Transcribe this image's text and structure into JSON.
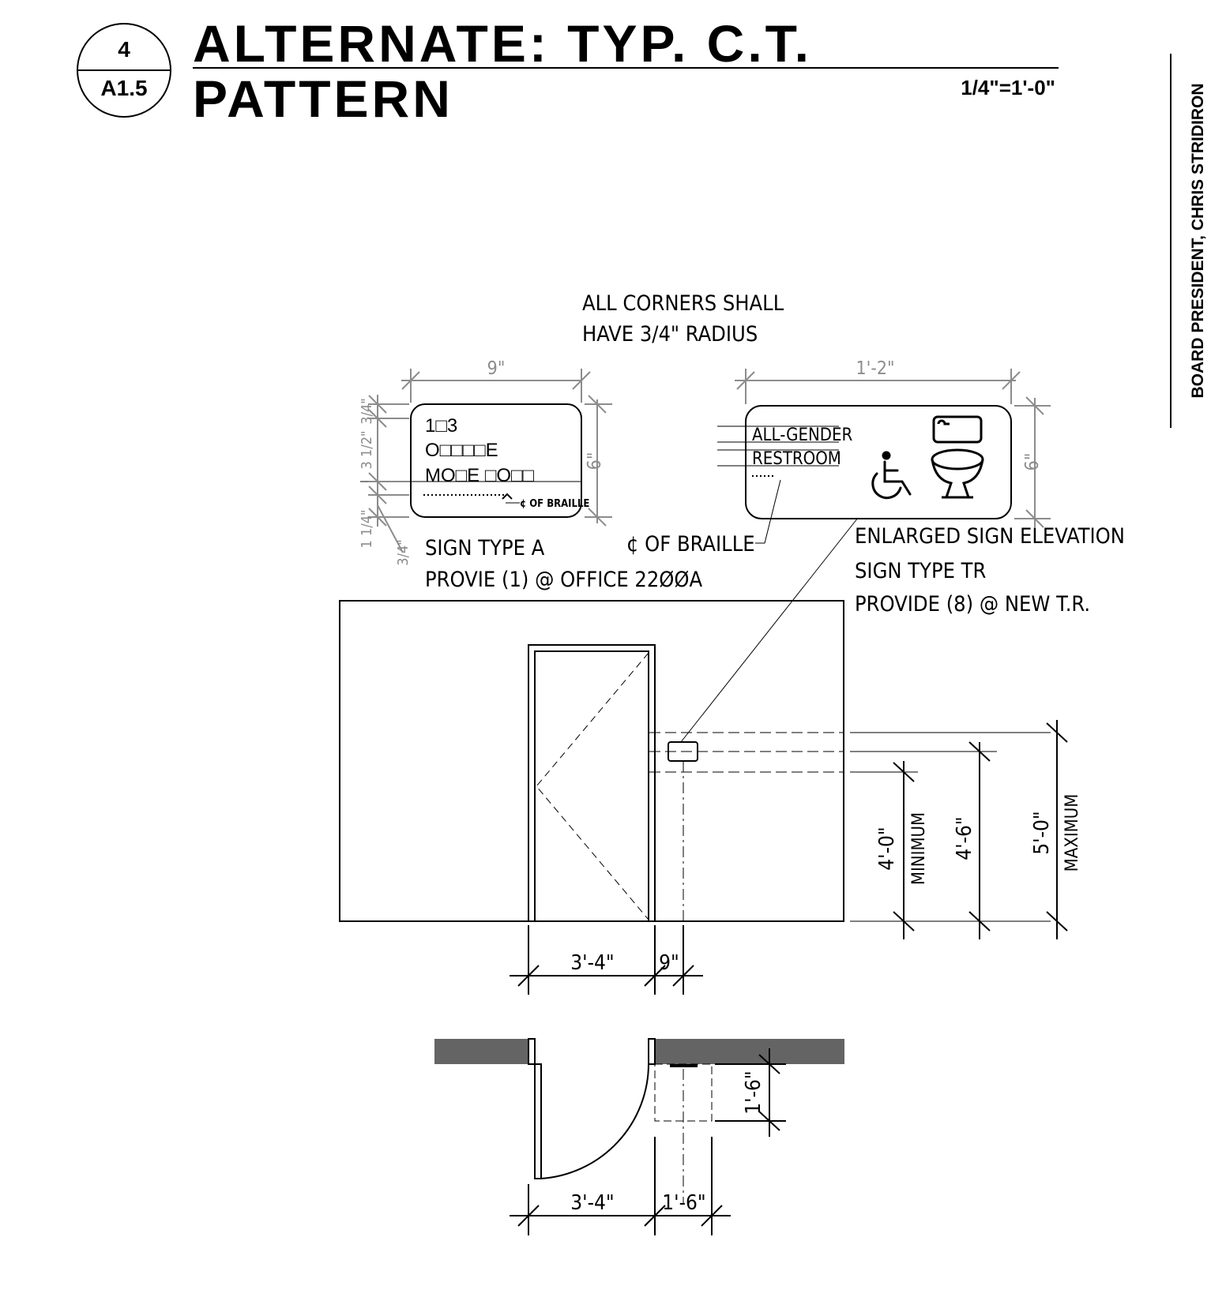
{
  "header": {
    "detail_number": "4",
    "sheet_number": "A1.5",
    "title_line1": "ALTERNATE: TYP. C.T.",
    "title_line2": "PATTERN",
    "scale": "1/4\"=1'-0\""
  },
  "side_label": "BOARD PRESIDENT, CHRIS STRIDIRON",
  "notes": {
    "corners_line1": "ALL CORNERS SHALL",
    "corners_line2": "HAVE 3/4\" RADIUS"
  },
  "sign_a": {
    "text_line1": "1□3",
    "text_line2": "O□□□□E",
    "text_line3": "MO□E □O□□",
    "braille_centerline": "¢ OF BRAILLE",
    "dim_width": "9\"",
    "dim_height": "6\"",
    "dim_top": "3/4\"",
    "dim_mid": "3 1/2\"",
    "dim_lower": "1 1/4\"",
    "dim_bottom": "3/4\"",
    "label_line1": "SIGN TYPE A",
    "label_line2": "PROVIE (1) @ OFFICE 22ØØA"
  },
  "sign_tr": {
    "text_line1": "ALL-GENDER",
    "text_line2": "RESTROOM",
    "dim_width": "1'-2\"",
    "dim_height": "6\"",
    "braille_centerline": "¢ OF BRAILLE",
    "label_line1": "ENLARGED SIGN ELEVATION",
    "label_line2": "SIGN TYPE TR",
    "label_line3": "PROVIDE (8) @ NEW T.R."
  },
  "elevation": {
    "door_width": "3'-4\"",
    "sign_offset": "9\"",
    "dim_min": "4'-0\"",
    "dim_min_label": "MINIMUM",
    "dim_center": "4'-6\"",
    "dim_max": "5'-0\"",
    "dim_max_label": "MAXIMUM"
  },
  "plan": {
    "door_width": "3'-4\"",
    "clearance_width": "1'-6\"",
    "clearance_depth": "1'-6\""
  },
  "colors": {
    "line": "#000000",
    "dim": "#8c8c8c",
    "wall_fill": "#646464"
  }
}
